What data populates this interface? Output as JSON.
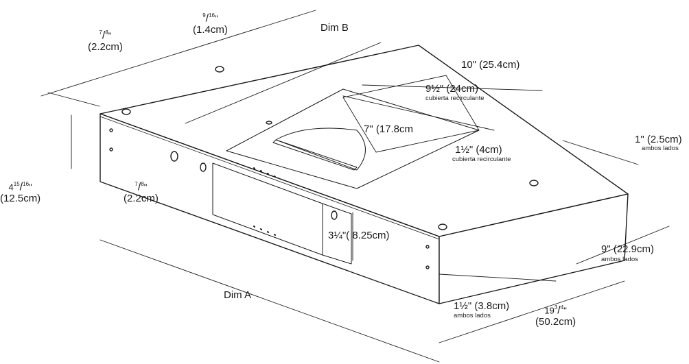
{
  "labels": {
    "dim_b": "Dim B",
    "dim_a": "Dim A",
    "top_left_frac_num": "7",
    "top_left_frac_den": "8",
    "top_left_frac_unit": "\"",
    "top_left_cm": "(2.2cm)",
    "top_mid_frac_num": "9",
    "top_mid_frac_den": "16",
    "top_mid_frac_unit": "\"",
    "top_mid_cm": "(1.4cm)",
    "ten_in": "10\" (25.4cm)",
    "nine_half": "9½\" (24cm)",
    "recirc_1": "cubierta recirculante",
    "seven_in": "7\" (17.8cm",
    "one_half_4": "1½\" (4cm)",
    "recirc_2": "cubierta recirculante",
    "one_in": "1\" (2.5cm)",
    "both_sides_1": "ambos lados",
    "height_frac_int": "4",
    "height_frac_num": "15",
    "height_frac_den": "16",
    "height_frac_unit": "\"",
    "height_cm": "(12.5cm)",
    "mid_frac_num": "7",
    "mid_frac_den": "8",
    "mid_frac_unit": "\"",
    "mid_cm": "(2.2cm)",
    "three_quarter": "3¼\"( 8.25cm)",
    "nine_in": "9\" (22.9cm)",
    "both_sides_2": "ambos lados",
    "one_half_38": "1½\" (3.8cm)",
    "both_sides_3": "ambos lados",
    "depth_int": "19",
    "depth_num": "3",
    "depth_den": "4",
    "depth_unit": "\"",
    "depth_cm": "(50.2cm)"
  }
}
